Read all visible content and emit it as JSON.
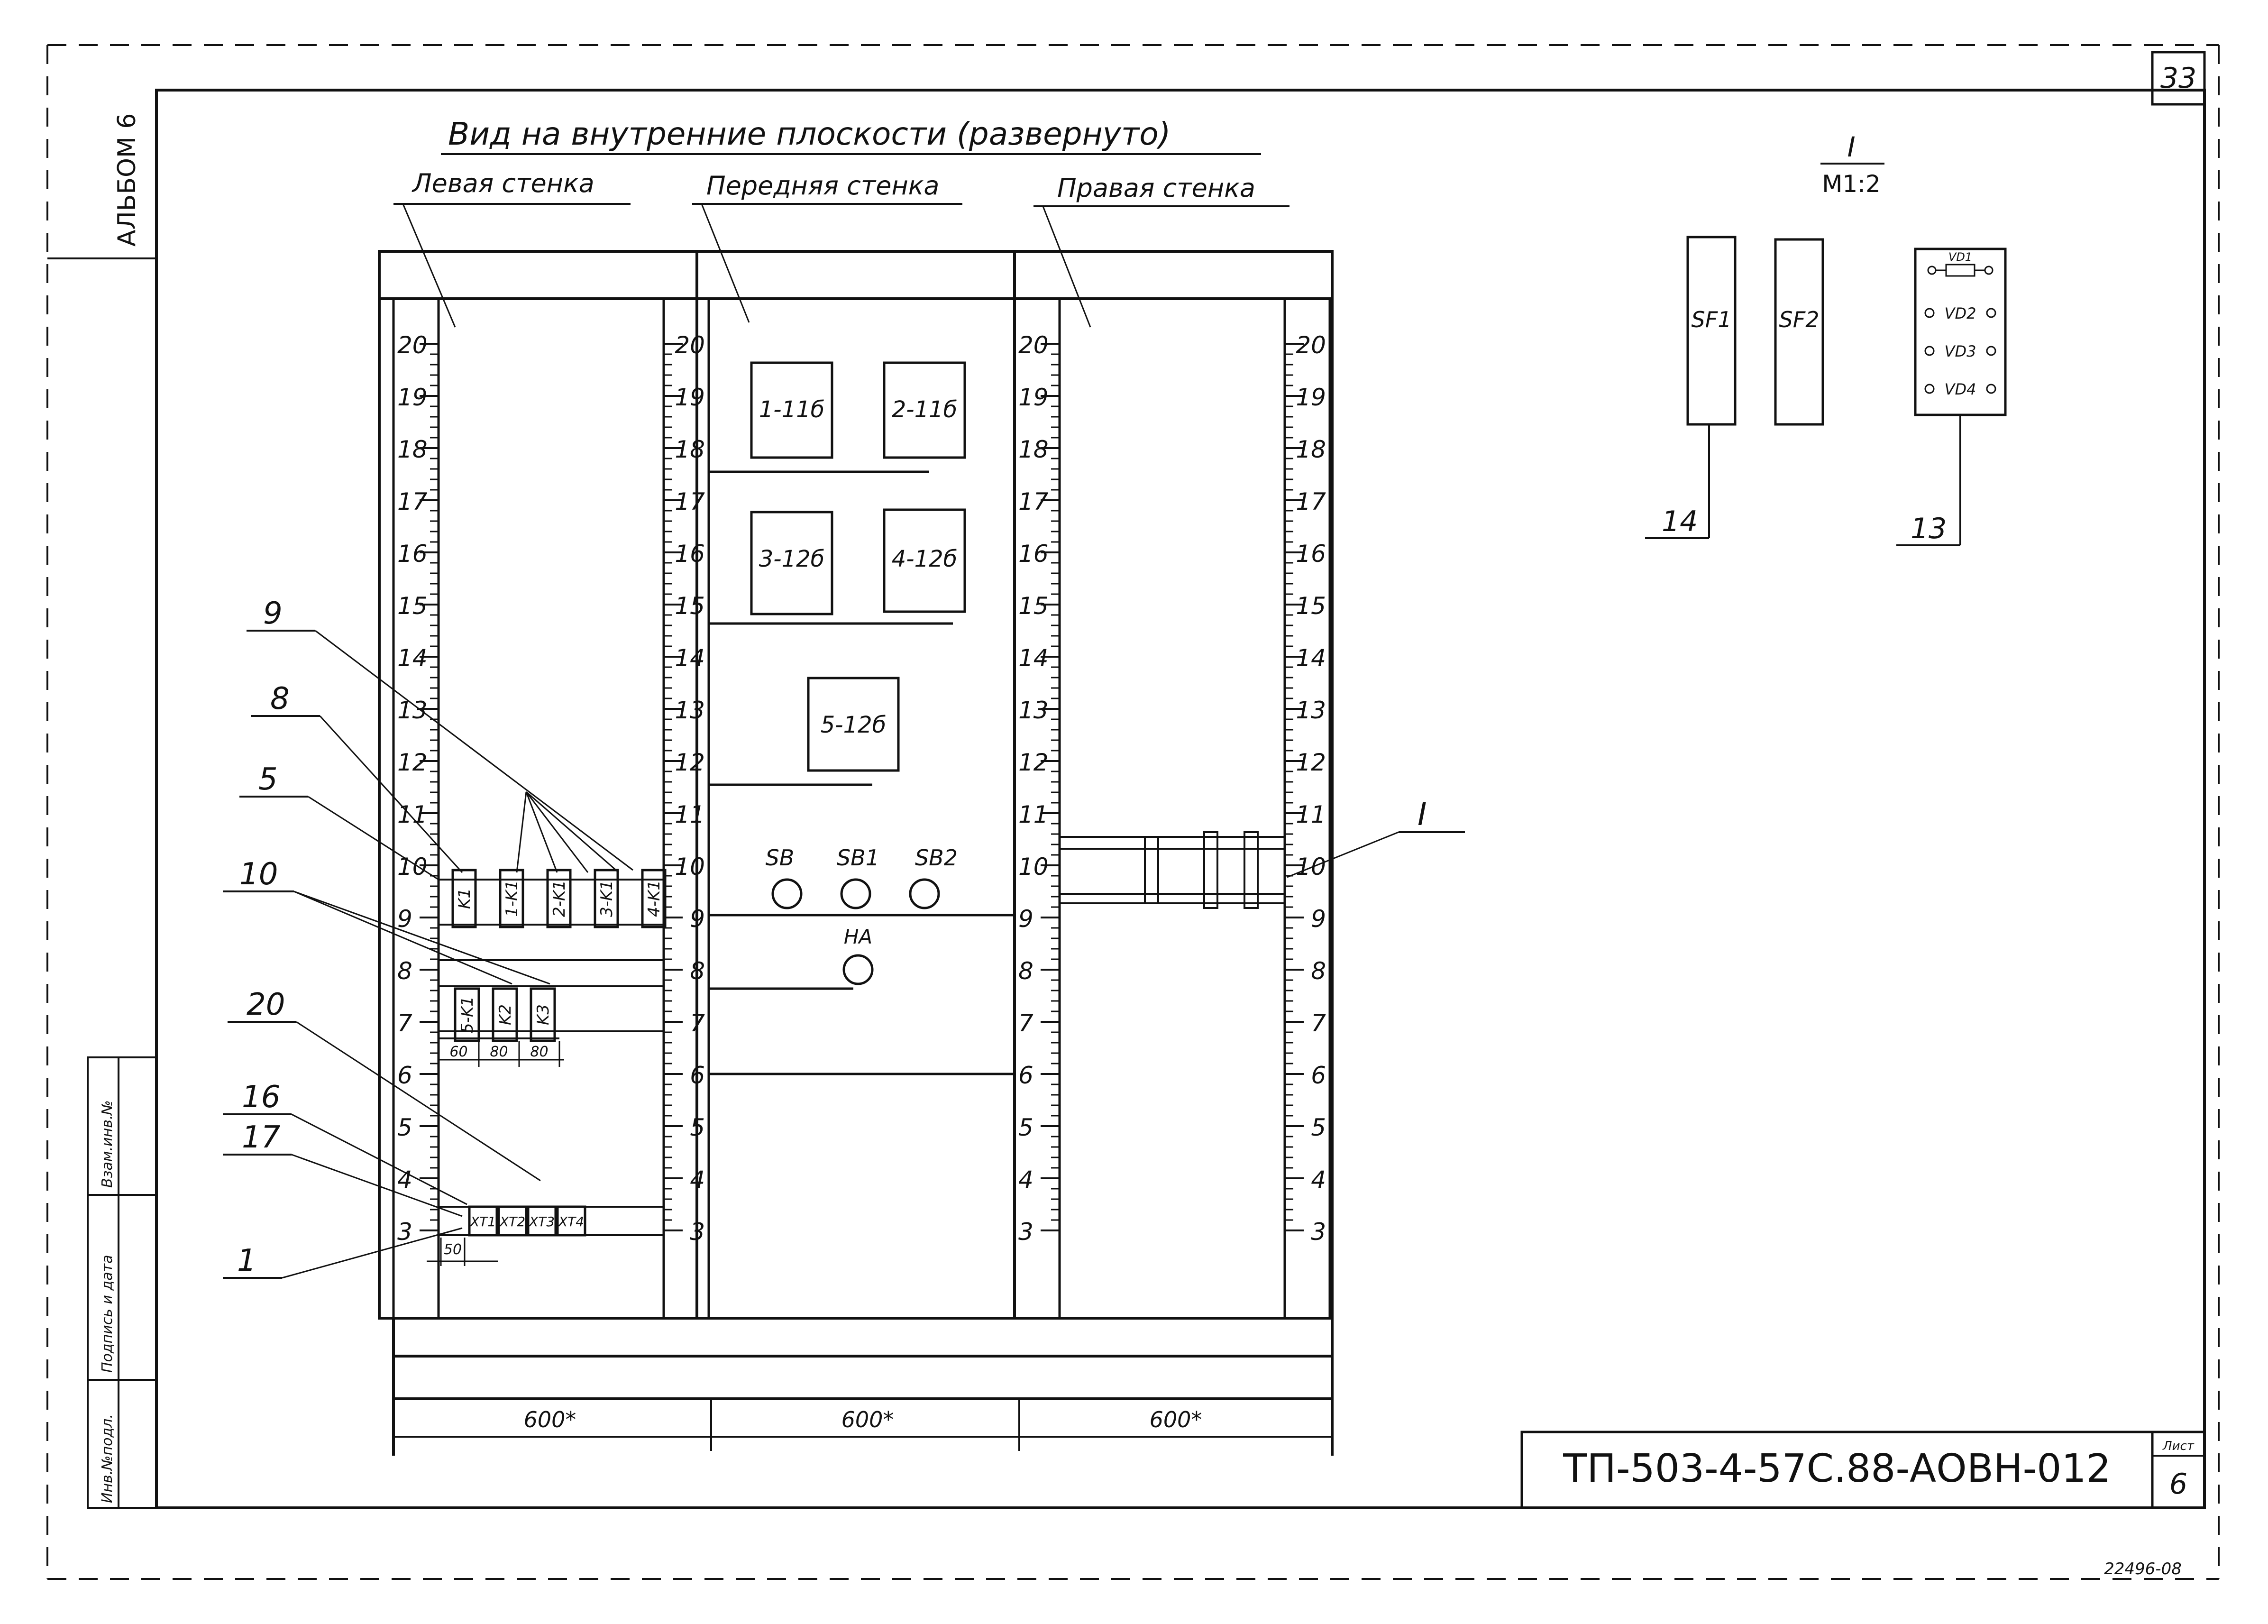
{
  "sheet": {
    "number": "33",
    "album_label": "АЛЬБОМ 6",
    "title": "Вид на внутренние плоскости (развернуто)",
    "walls": {
      "left": "Левая стенка",
      "front": "Передняя стенка",
      "right": "Правая стенка"
    },
    "title_block": {
      "code": "ТП-503-4-57С.88-АОВН-012",
      "list_label": "Лист",
      "list_number": "6"
    },
    "side_stamp": [
      "Инв.№подл.",
      "Подпись и дата",
      "Взам.инв.№"
    ],
    "bottom_mark": "22496-08"
  },
  "scale": {
    "labels": [
      "3",
      "4",
      "5",
      "6",
      "7",
      "8",
      "9",
      "10",
      "11",
      "12",
      "13",
      "14",
      "15",
      "16",
      "17",
      "18",
      "19",
      "20"
    ]
  },
  "front_devices": [
    "1-11б",
    "2-11б",
    "3-12б",
    "4-12б",
    "5-12б"
  ],
  "front_controls": [
    "SB",
    "SB1",
    "SB2",
    "HA"
  ],
  "left_row9": [
    "K1",
    "1-K1",
    "2-K1",
    "3-K1",
    "4-K1"
  ],
  "left_row7": [
    "5-K1",
    "K2",
    "K3"
  ],
  "left_dims_row7": [
    "60",
    "80",
    "80"
  ],
  "terminals": [
    "XT1",
    "XT2",
    "XT3",
    "XT4"
  ],
  "dim_terminal": "50",
  "callouts": [
    "9",
    "8",
    "5",
    "10",
    "20",
    "16",
    "17",
    "1",
    "I",
    "14",
    "13"
  ],
  "detail": {
    "title": "I",
    "scale": "М1:2",
    "sf": [
      "SF1",
      "SF2"
    ],
    "vd": [
      "VD1",
      "VD2",
      "VD3",
      "VD4"
    ]
  },
  "widths": [
    "600*",
    "600*",
    "600*"
  ]
}
